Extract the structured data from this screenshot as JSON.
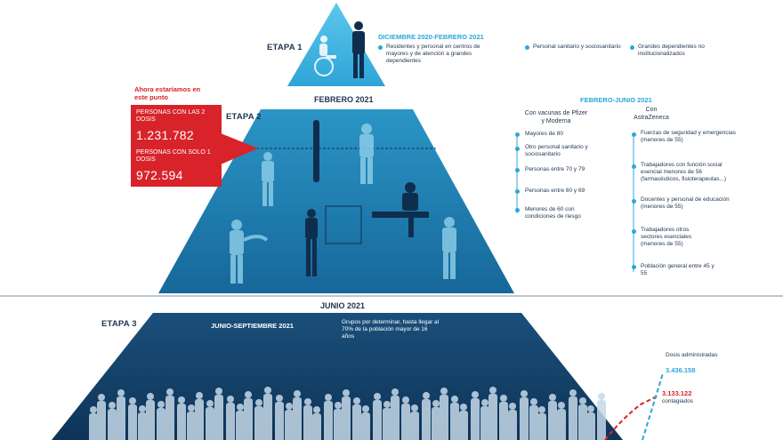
{
  "stage1": {
    "label": "ETAPA 1",
    "period": "DICIEMBRE 2020-FEBRERO 2021",
    "groups": [
      "Residentes y personal en centros de mayores y de atención a grandes dependientes",
      "Personal sanitario y sociosanitario",
      "Grandes dependientes no institucionalizados"
    ]
  },
  "febrero_label": "FEBRERO 2021",
  "current_point": {
    "note": "Ahora estaríamos en este punto",
    "two_doses_label": "PERSONAS CON LAS 2 DOSIS",
    "two_doses_value": "1.231.782",
    "one_dose_label": "PERSONAS CON SOLO 1 DOSIS",
    "one_dose_value": "972.594"
  },
  "stage2": {
    "label": "ETAPA 2",
    "period": "FEBRERO-JUNIO 2021",
    "pfizer_moderna": {
      "title": "Con vacunas de Pfizer y Moderna",
      "items": [
        "Mayores de 80",
        "Otro personal sanitario y sociosanitario",
        "Personas entre 70 y 79",
        "Personas entre 60 y 69",
        "Menores de 60 con condiciones de riesgo"
      ]
    },
    "astrazeneca": {
      "title": "Con AstraZeneca",
      "items": [
        "Fuerzas de seguridad y emergencias (menores de 55)",
        "Trabajadores con función social esencial menores de 56 (farmacéuticos, fisioterapeutas...)",
        "Docentes y personal de educación (menores de 55)",
        "Trabajadores otros sectores esenciales (menores de 55)",
        "Población general entre 45 y 55"
      ]
    }
  },
  "junio_label": "JUNIO 2021",
  "stage3": {
    "label": "ETAPA 3",
    "period": "JUNIO-SEPTIEMBRE 2021",
    "description": "Grupos por determinar, hasta llegar al 70% de la población mayor de 16 años"
  },
  "stats": {
    "doses_label": "Dosis administradas",
    "doses_value": "3.436.158",
    "infected_value": "3.133.122",
    "infected_label": "contagiados"
  },
  "colors": {
    "top_triangle": "#3fb8e0",
    "middle_trapezoid": "#1e7fb0",
    "bottom_trapezoid": "#14456e",
    "accent_cyan": "#2aa8d8",
    "accent_red": "#d8232a"
  }
}
